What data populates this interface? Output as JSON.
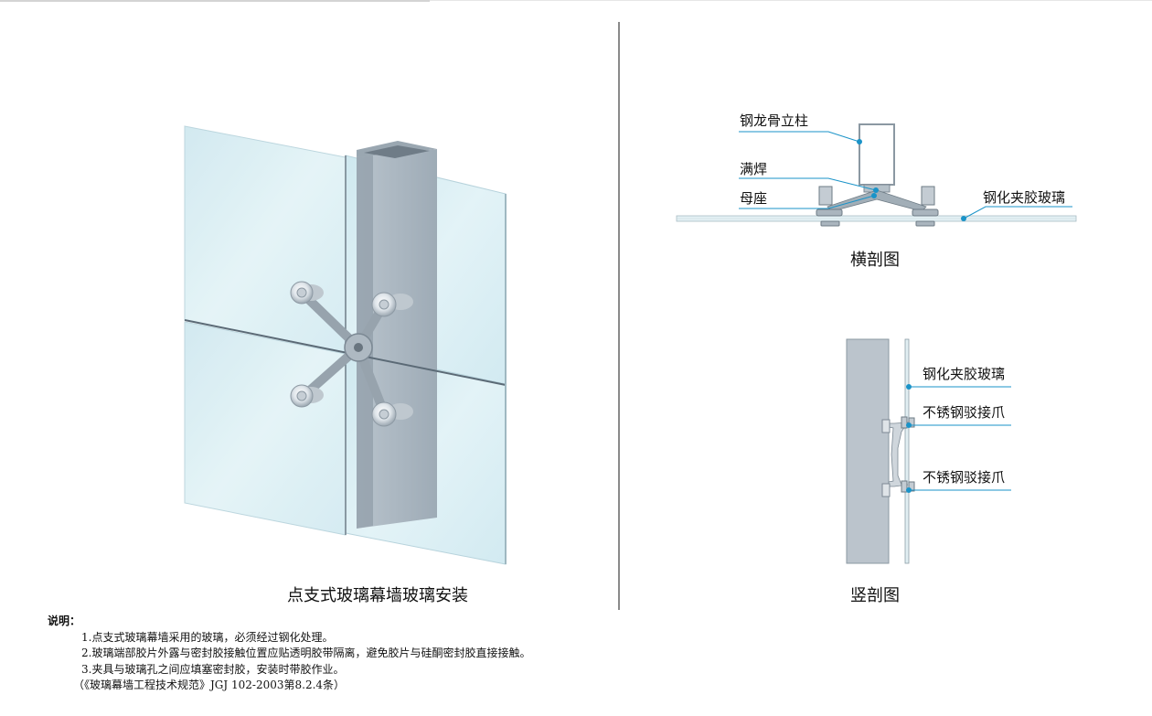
{
  "left_view": {
    "caption": "点支式玻璃幕墙玻璃安装"
  },
  "cross_section": {
    "caption": "横剖图",
    "labels": {
      "steel_column": "钢龙骨立柱",
      "full_weld": "满焊",
      "base": "母座",
      "glass": "钢化夹胶玻璃"
    }
  },
  "vertical_section": {
    "caption": "竖剖图",
    "labels": {
      "glass": "钢化夹胶玻璃",
      "spider_top": "不锈钢驳接爪",
      "spider_bottom": "不锈钢驳接爪"
    }
  },
  "notes": {
    "title": "说明：",
    "items": [
      "1.点支式玻璃幕墙采用的玻璃，必须经过钢化处理。",
      "2.玻璃端部胶片外露与密封胶接触位置应贴透明胶带隔离，避免胶片与硅酮密封胶直接接触。",
      "3.夹具与玻璃孔之间应填塞密封胶，安装时带胶作业。"
    ],
    "reference": "（《玻璃幕墙工程技术规范》JGJ 102-2003第8.2.4条）"
  },
  "colors": {
    "glass": "#d8edf3",
    "steel": "#a9b5bf",
    "leader": "#1a93c8",
    "divider": "#8a8a8a"
  }
}
